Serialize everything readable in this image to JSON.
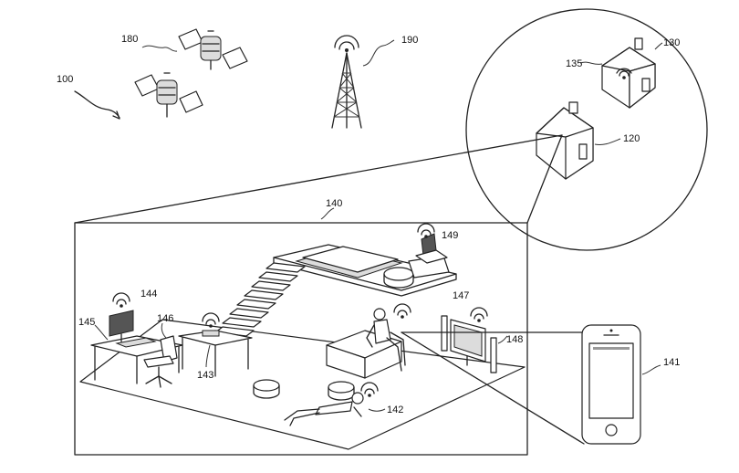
{
  "labels": {
    "system": "100",
    "satellites": "180",
    "tower": "190",
    "house_remote": "130",
    "house_remote_wifi": "135",
    "house_local": "120",
    "home_interior": "140",
    "mobile_device": "141",
    "person_floor": "142",
    "chair": "143",
    "computer": "144",
    "desk": "145",
    "desk_chair": "146",
    "display": "147",
    "speaker": "148",
    "laptop": "149"
  }
}
